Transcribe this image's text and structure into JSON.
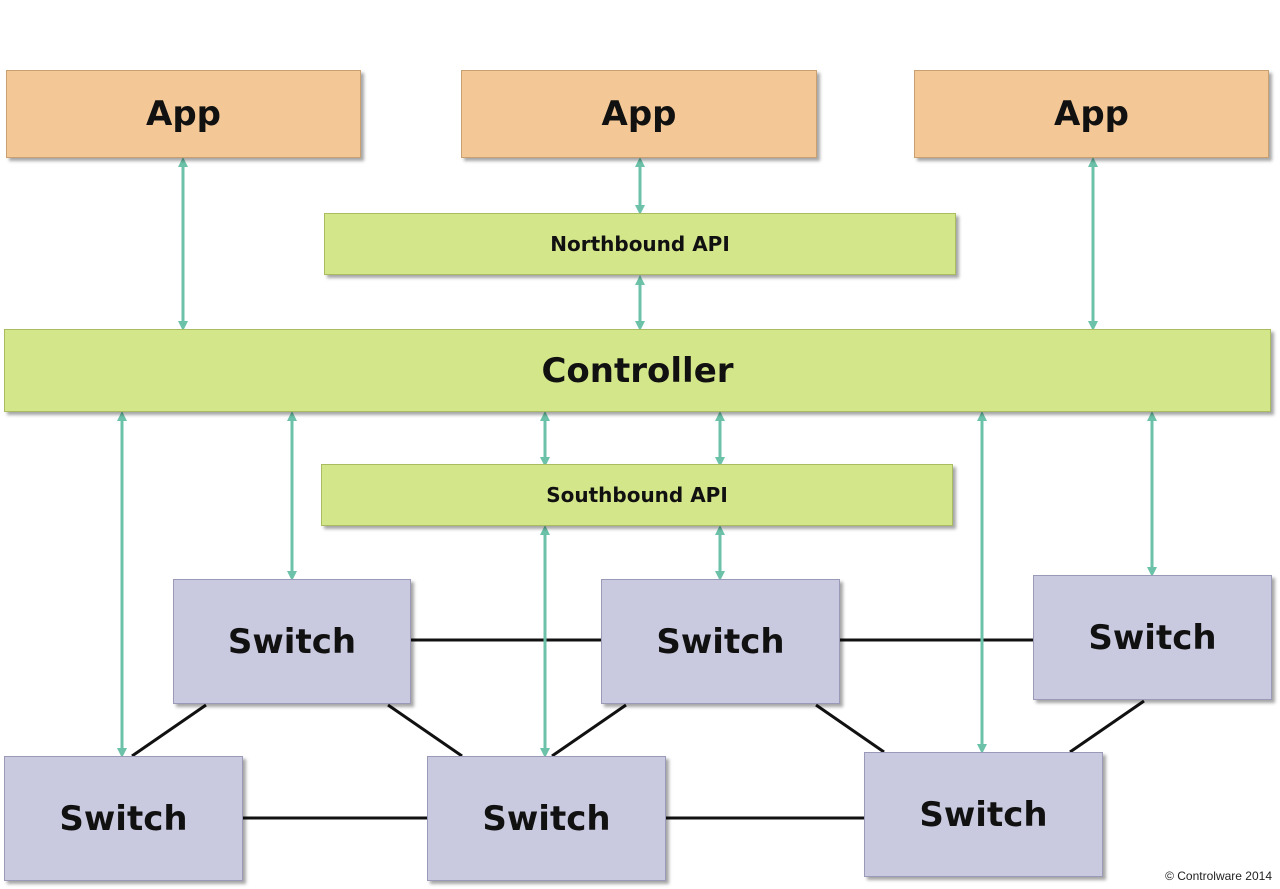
{
  "apps": [
    {
      "label": "App"
    },
    {
      "label": "App"
    },
    {
      "label": "App"
    }
  ],
  "northbound_api": {
    "label": "Northbound API"
  },
  "controller": {
    "label": "Controller"
  },
  "southbound_api": {
    "label": "Southbound API"
  },
  "switches": [
    {
      "label": "Switch"
    },
    {
      "label": "Switch"
    },
    {
      "label": "Switch"
    },
    {
      "label": "Switch"
    },
    {
      "label": "Switch"
    },
    {
      "label": "Switch"
    }
  ],
  "copyright": "© Controlware 2014",
  "colors": {
    "app": "#f3c896",
    "api": "#d4e68a",
    "controller": "#d4e68a",
    "switch": "#c9c9e0",
    "arrow": "#6cc2a8",
    "link": "#111111"
  }
}
